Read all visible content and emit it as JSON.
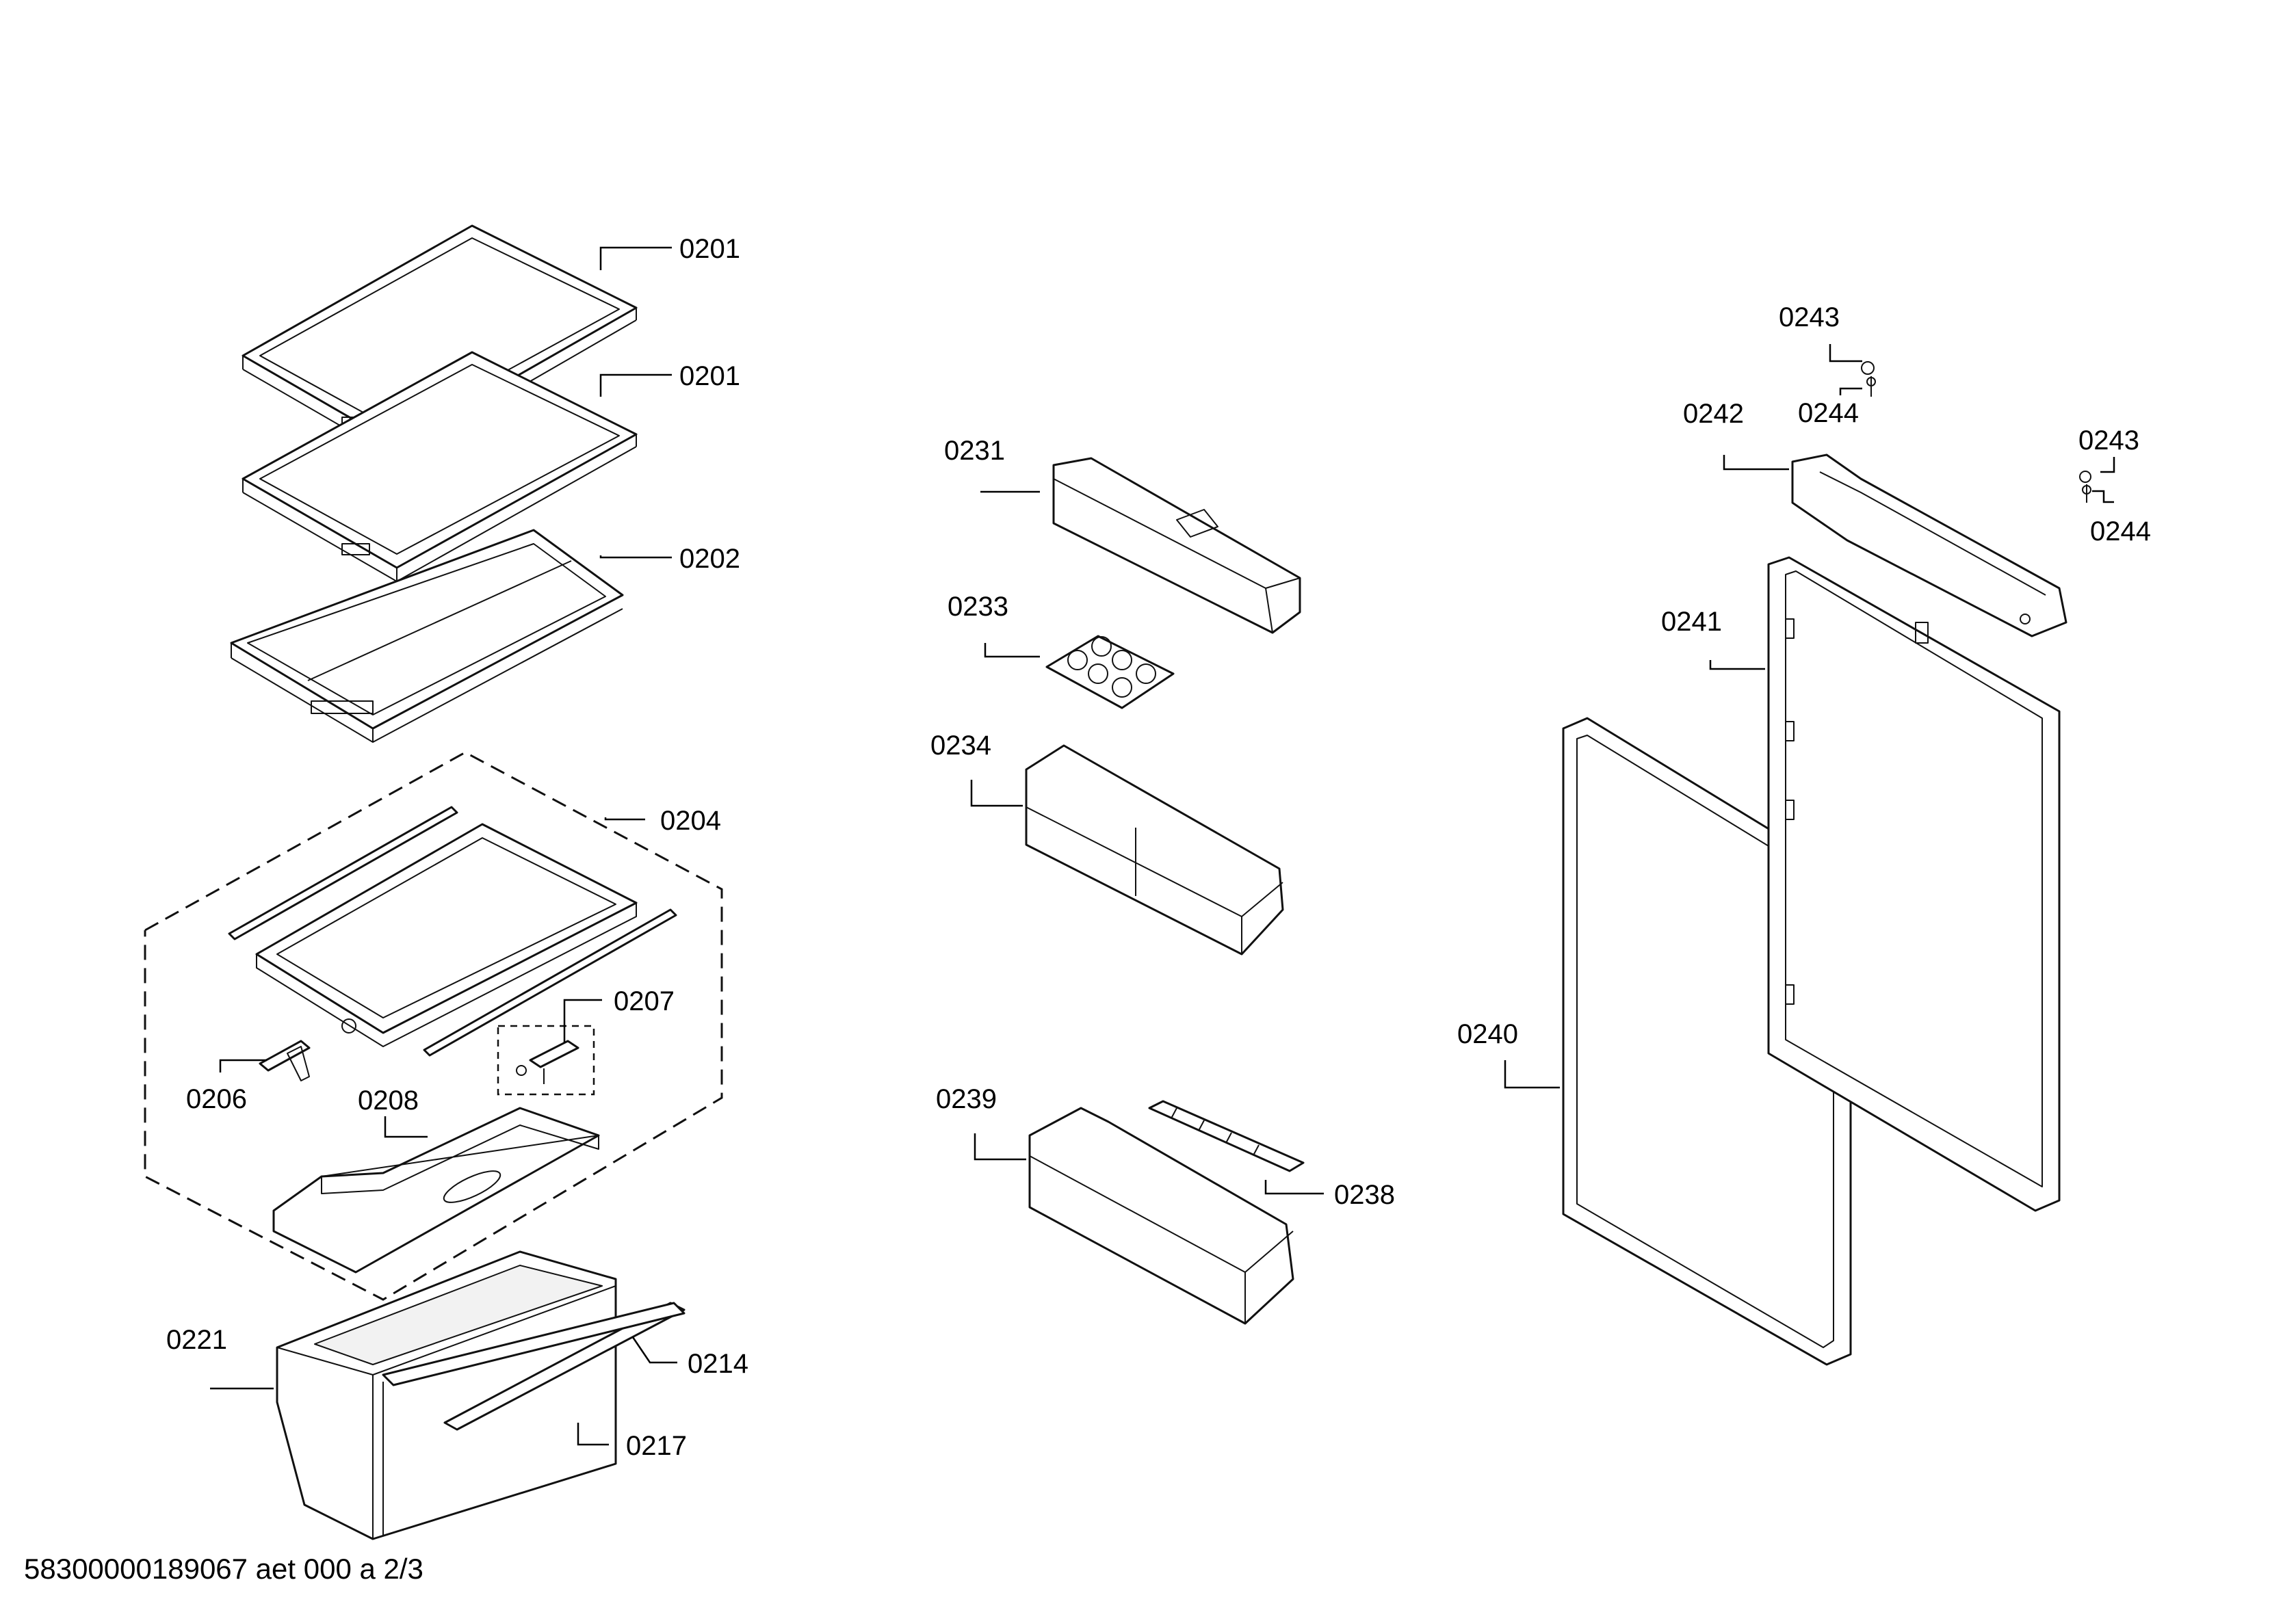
{
  "labels": {
    "l0201a": "0201",
    "l0201b": "0201",
    "l0202": "0202",
    "l0204": "0204",
    "l0206": "0206",
    "l0207": "0207",
    "l0208": "0208",
    "l0214": "0214",
    "l0217": "0217",
    "l0221": "0221",
    "l0231": "0231",
    "l0233": "0233",
    "l0234": "0234",
    "l0238": "0238",
    "l0239": "0239",
    "l0240": "0240",
    "l0241": "0241",
    "l0242": "0242",
    "l0243a": "0243",
    "l0244a": "0244",
    "l0243b": "0243",
    "l0244b": "0244"
  },
  "footer": "58300000189067 aet 000 a 2/3"
}
